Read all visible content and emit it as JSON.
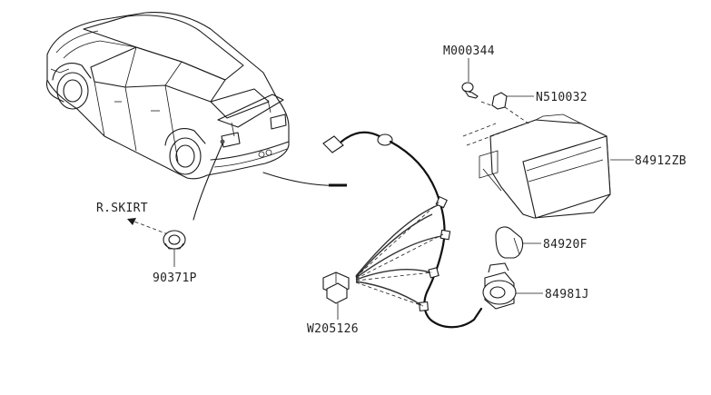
{
  "diagram": {
    "colors": {
      "ink": "#1a1a1a",
      "background": "#ffffff"
    },
    "parts": [
      {
        "id": "m000344",
        "label": "M000344"
      },
      {
        "id": "n510032",
        "label": "N510032"
      },
      {
        "id": "84912zb",
        "label": "84912ZB"
      },
      {
        "id": "84920f",
        "label": "84920F"
      },
      {
        "id": "84981j",
        "label": "84981J"
      },
      {
        "id": "w205126",
        "label": "W205126"
      },
      {
        "id": "90371p",
        "label": "90371P"
      }
    ],
    "reference_label": "R.SKIRT"
  }
}
